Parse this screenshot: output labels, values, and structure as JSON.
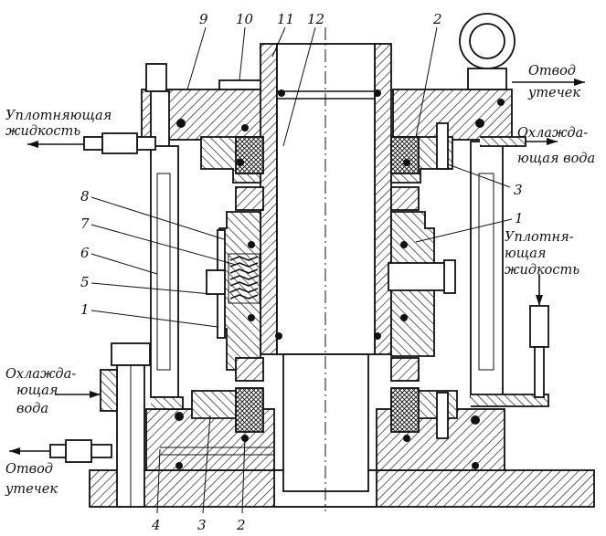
{
  "figure": {
    "part_numbers": {
      "n9": "9",
      "n10": "10",
      "n11": "11",
      "n12": "12",
      "n2_top": "2",
      "n3_right": "3",
      "n1_right": "1",
      "n8": "8",
      "n7": "7",
      "n6": "6",
      "n5": "5",
      "n1_left": "1",
      "n4": "4",
      "n3_bottom": "3",
      "n2_bottom": "2"
    },
    "labels": {
      "seal_left_1": "Уплотняющая",
      "seal_left_2": "жидкость",
      "leak_top_1": "Отвод",
      "leak_top_2": "утечек",
      "cool_right_1": "Охлажда-",
      "cool_right_2": "ющая вода",
      "seal_right_1": "Уплотня-",
      "seal_right_2": "ющая",
      "seal_right_3": "жидкость",
      "cool_left_1": "Охлажда-",
      "cool_left_2": "ющая",
      "cool_left_3": "вода",
      "leak_bottom_1": "Отвод",
      "leak_bottom_2": "утечек"
    }
  }
}
